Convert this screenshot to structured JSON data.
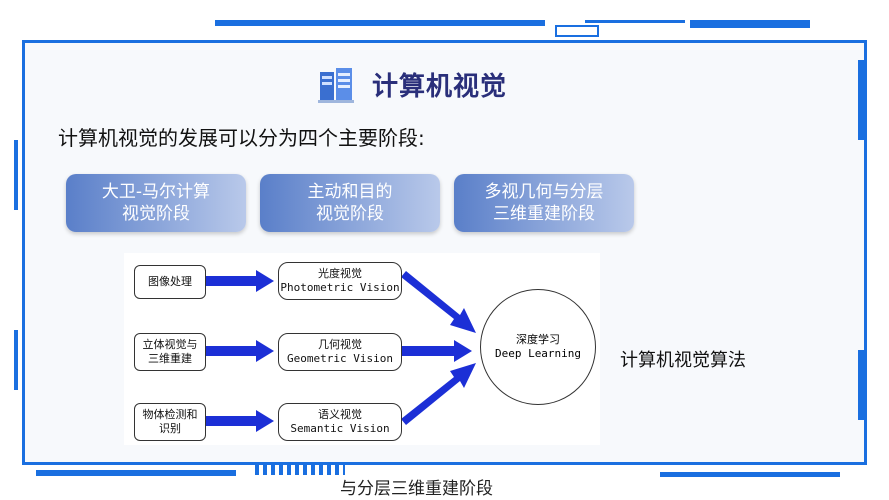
{
  "title": "计算机视觉",
  "intro": "计算机视觉的发展可以分为四个主要阶段:",
  "stages": [
    {
      "label": "大卫-马尔计算\n视觉阶段"
    },
    {
      "label": "主动和目的\n视觉阶段"
    },
    {
      "label": "多视几何与分层\n三维重建阶段"
    }
  ],
  "diagram": {
    "inputs": [
      "图像处理",
      "立体视觉与\n三维重建",
      "物体检测和\n识别"
    ],
    "visions": [
      "光度视觉\nPhotometric Vision",
      "几何视觉\nGeometric Vision",
      "语义视觉\nSemantic Vision"
    ],
    "deep": "深度学习\nDeep Learning"
  },
  "algo_label": "计算机视觉算法",
  "subtitle": "与分层三维重建阶段",
  "colors": {
    "accent": "#1a6fe0",
    "title": "#2a2f7a",
    "arrow": "#1c2fd6"
  }
}
